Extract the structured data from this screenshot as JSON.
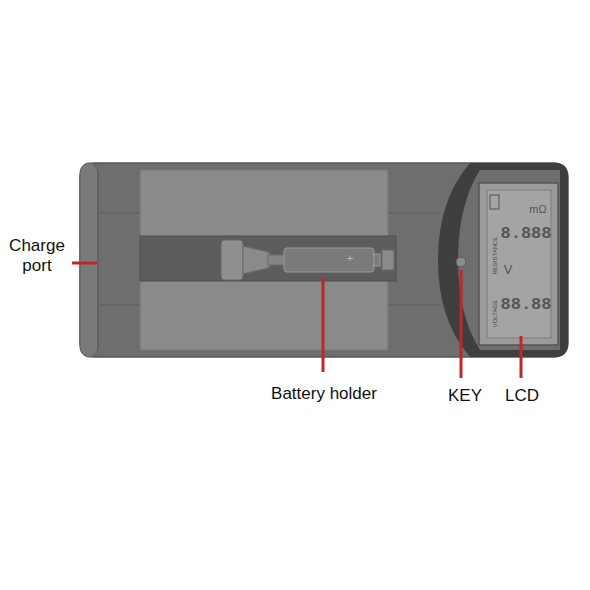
{
  "diagram": {
    "labels": [
      "Charge port",
      "Battery holder",
      "KEY",
      "LCD",
      "RESISTANCE",
      "VOLTAGE",
      "8.888",
      "V",
      "88.88",
      "mΩ",
      "+"
    ]
  }
}
